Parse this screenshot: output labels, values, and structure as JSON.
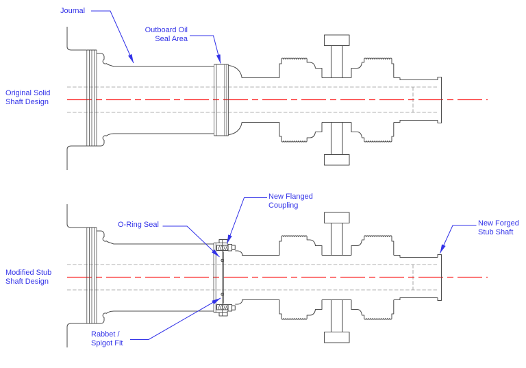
{
  "diagram": {
    "type": "engineering-cad-cross-section",
    "views": [
      {
        "name": "original-solid-shaft",
        "label": "Original Solid\nShaft Design",
        "callouts": [
          "Journal",
          "Outboard Oil Seal Area"
        ]
      },
      {
        "name": "modified-stub-shaft",
        "label": "Modified Stub\nShaft Design",
        "callouts": [
          "O-Ring Seal",
          "New Flanged Coupling",
          "Rabbet / Spigot Fit",
          "New Forged Stub Shaft"
        ]
      }
    ]
  },
  "labels": {
    "journal": "Journal",
    "outboard_oil_seal_area": "Outboard Oil\nSeal Area",
    "original_design": "Original Solid\nShaft Design",
    "modified_design": "Modified Stub\nShaft Design",
    "o_ring_seal": "O-Ring Seal",
    "new_flanged_coupling": "New Flanged\nCoupling",
    "rabbet_spigot_fit": "Rabbet /\nSpigot Fit",
    "new_forged_stub_shaft": "New Forged\nStub Shaft"
  },
  "colors": {
    "label_blue": "#3333e8",
    "centerline_red": "#fb2b2b",
    "outline_gray": "#4d4d4d",
    "hidden_line_gray": "#969696",
    "background": "#ffffff"
  }
}
